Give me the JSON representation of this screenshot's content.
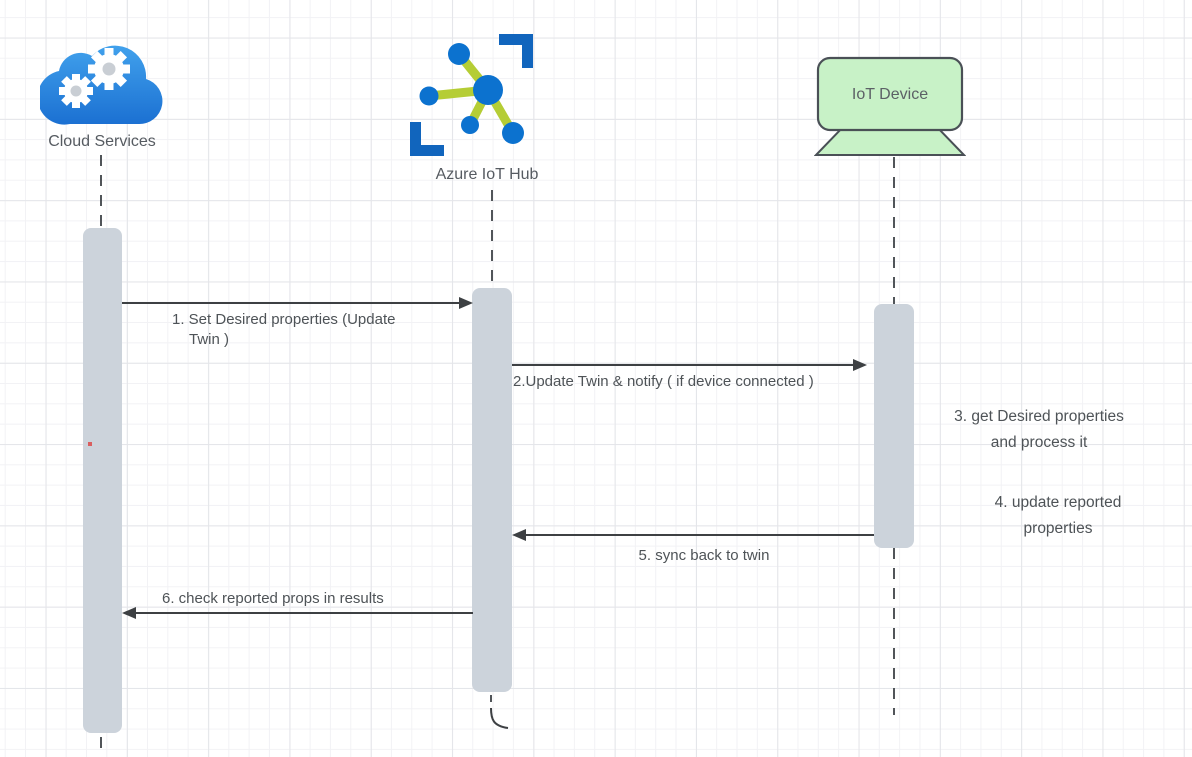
{
  "actors": {
    "cloud": {
      "label": "Cloud Services"
    },
    "hub": {
      "label": "Azure IoT Hub"
    },
    "device": {
      "label": "IoT Device"
    }
  },
  "messages": {
    "m1": {
      "line1": "1. Set Desired properties (Update",
      "line2": "Twin )"
    },
    "m2": {
      "label": "2.Update Twin & notify ( if device connected )"
    },
    "m5": {
      "label": "5. sync back to twin"
    },
    "m6": {
      "label": "6. check reported props in results"
    }
  },
  "notes": {
    "n3": {
      "line1": "3. get Desired properties",
      "line2": "and process it"
    },
    "n4": {
      "line1": "4. update reported",
      "line2": "properties"
    }
  },
  "colors": {
    "cloud_blue_top": "#41a1ec",
    "cloud_blue_bottom": "#1b70d2",
    "hub_node_blue": "#0c72cf",
    "hub_bracket_blue": "#1165bd",
    "hub_link_green": "#b5cd35",
    "device_fill": "#c8f2c7",
    "device_border": "#4a5056",
    "activation_bar_fill": "#ccd3db",
    "arrow_color": "#3d4043",
    "lifeline_color": "#515559",
    "text_color": "#4e5357",
    "grid_minor": "#f2f2f5",
    "grid_major": "#e4e5e9"
  }
}
